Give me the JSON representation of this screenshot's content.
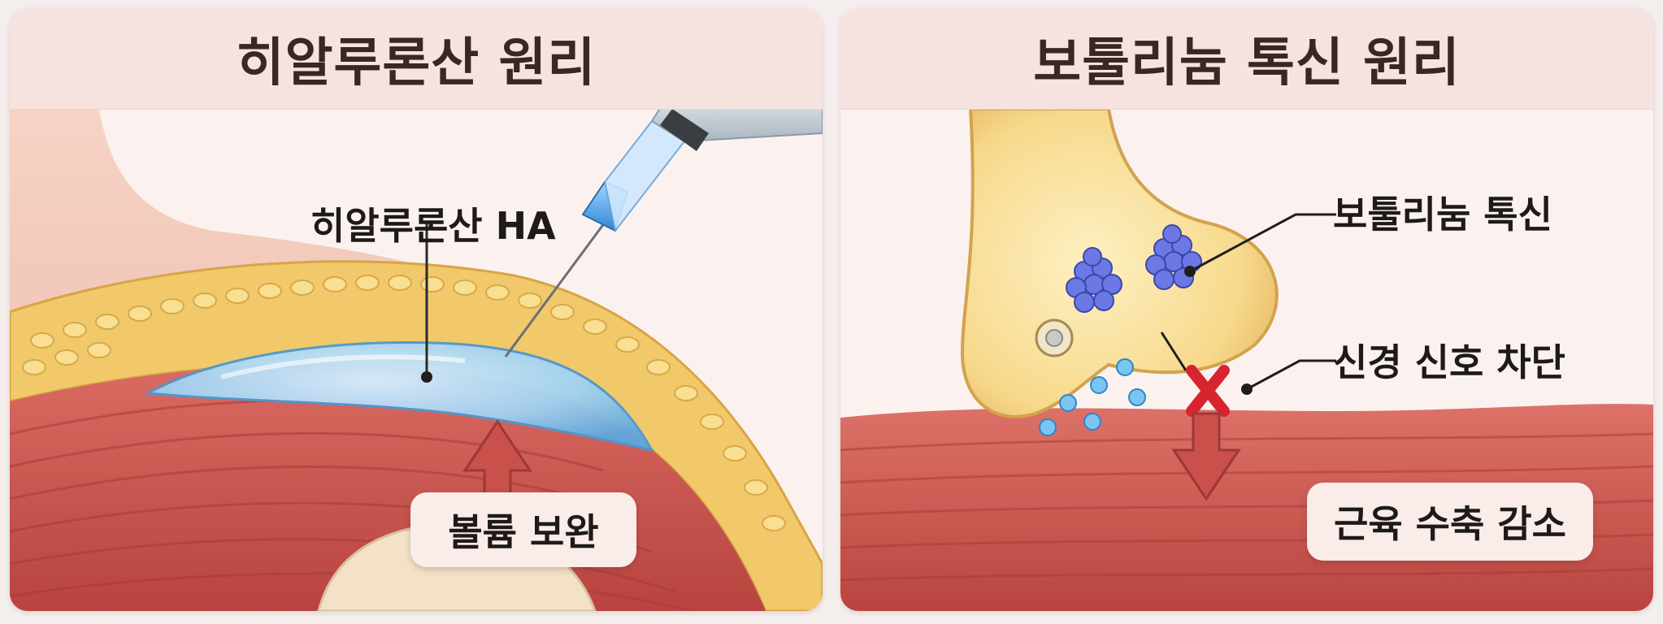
{
  "left_panel": {
    "title": "히알루론산 원리",
    "ha_label": "히알루론산 HA",
    "volume_label": "볼륨 보완"
  },
  "right_panel": {
    "title": "보툴리눔 톡신 원리",
    "toxin_label": "보툴리눔 톡신",
    "block_label": "신경 신호 차단",
    "contraction_label": "근육 수축 감소"
  },
  "colors": {
    "muscle": "#c8544f",
    "fat": "#f1c96b",
    "gel": "#9fd1f2",
    "arrow": "#c9504b",
    "block_x": "#d8242f",
    "toxin": "#5563d6",
    "nerve": "#f7d98c"
  }
}
